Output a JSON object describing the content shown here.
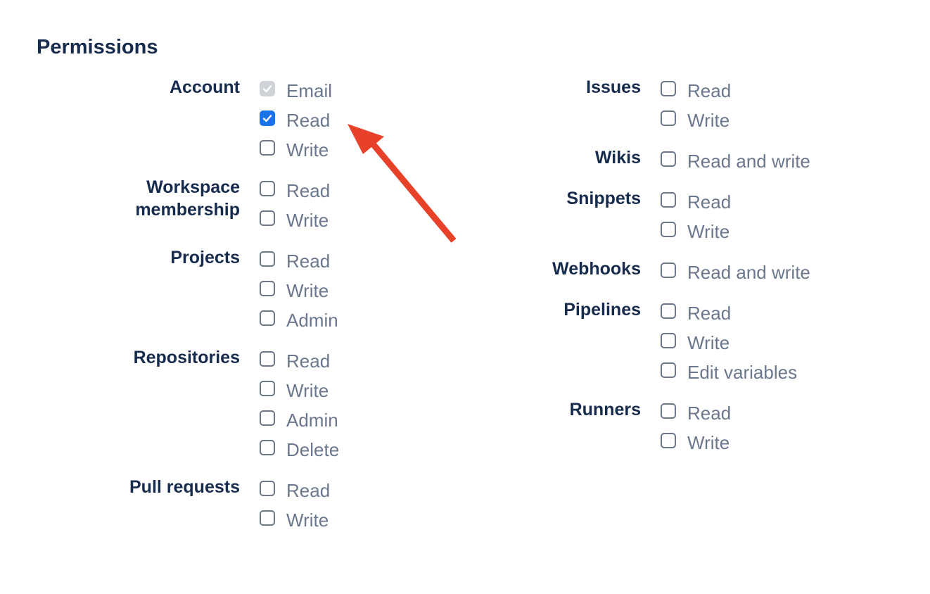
{
  "title": "Permissions",
  "left_groups": [
    {
      "name": "Account",
      "options": [
        {
          "label": "Email",
          "state": "disabled-checked"
        },
        {
          "label": "Read",
          "state": "checked"
        },
        {
          "label": "Write",
          "state": "unchecked"
        }
      ]
    },
    {
      "name": "Workspace\nmembership",
      "options": [
        {
          "label": "Read",
          "state": "unchecked"
        },
        {
          "label": "Write",
          "state": "unchecked"
        }
      ]
    },
    {
      "name": "Projects",
      "options": [
        {
          "label": "Read",
          "state": "unchecked"
        },
        {
          "label": "Write",
          "state": "unchecked"
        },
        {
          "label": "Admin",
          "state": "unchecked"
        }
      ]
    },
    {
      "name": "Repositories",
      "options": [
        {
          "label": "Read",
          "state": "unchecked"
        },
        {
          "label": "Write",
          "state": "unchecked"
        },
        {
          "label": "Admin",
          "state": "unchecked"
        },
        {
          "label": "Delete",
          "state": "unchecked"
        }
      ]
    },
    {
      "name": "Pull requests",
      "options": [
        {
          "label": "Read",
          "state": "unchecked"
        },
        {
          "label": "Write",
          "state": "unchecked"
        }
      ]
    }
  ],
  "right_groups": [
    {
      "name": "Issues",
      "options": [
        {
          "label": "Read",
          "state": "unchecked"
        },
        {
          "label": "Write",
          "state": "unchecked"
        }
      ]
    },
    {
      "name": "Wikis",
      "options": [
        {
          "label": "Read and write",
          "state": "unchecked"
        }
      ]
    },
    {
      "name": "Snippets",
      "options": [
        {
          "label": "Read",
          "state": "unchecked"
        },
        {
          "label": "Write",
          "state": "unchecked"
        }
      ]
    },
    {
      "name": "Webhooks",
      "options": [
        {
          "label": "Read and write",
          "state": "unchecked"
        }
      ]
    },
    {
      "name": "Pipelines",
      "options": [
        {
          "label": "Read",
          "state": "unchecked"
        },
        {
          "label": "Write",
          "state": "unchecked"
        },
        {
          "label": "Edit variables",
          "state": "unchecked"
        }
      ]
    },
    {
      "name": "Runners",
      "options": [
        {
          "label": "Read",
          "state": "unchecked"
        },
        {
          "label": "Write",
          "state": "unchecked"
        }
      ]
    }
  ],
  "colors": {
    "heading": "#172b4d",
    "option_text": "#6b778c",
    "checked": "#1a73e8",
    "disabled": "#cfd3d8",
    "annotation_arrow": "#e8412a"
  },
  "annotation": {
    "icon": "red-arrow-icon",
    "points_to": "Account Read checkbox"
  }
}
